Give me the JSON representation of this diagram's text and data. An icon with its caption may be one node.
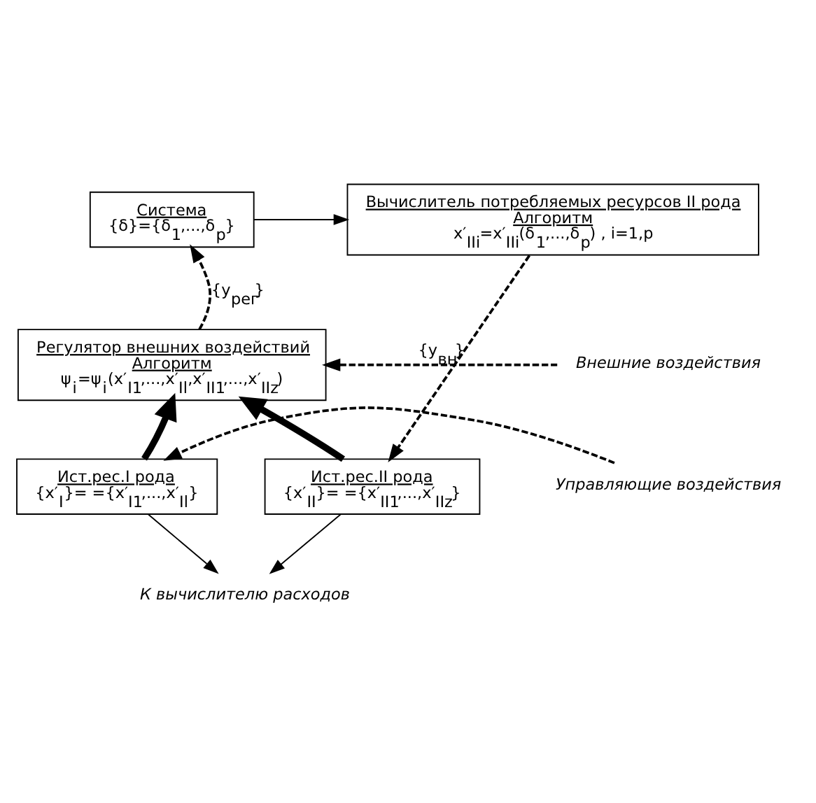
{
  "diagram": {
    "nodes": [
      {
        "text": [
          "Система",
          "{δ}={δ$_{1}$,...,δ$_{p}$}"
        ]
      },
      {
        "text": [
          "Вычислитель потребляемых ресурсов II рода",
          "Алгоритм",
          "x′$_{IIi}$=x′$_{IIi}$(δ$_{1}$,...,δ$_{p}$) , i=1,p"
        ]
      },
      {
        "text": [
          "Регулятор внешних воздействий",
          "Алгоритм",
          "ψ$_{i}$=ψ$_{i}$(x′$_{I1}$,...,x′$_{Il}$,x′$_{II1}$,...,x′$_{IIz}$)"
        ]
      },
      {
        "text": [
          "Ист.рес.I рода",
          "{x′$_{I}$}= ={x′$_{I1}$,...,x′$_{Il}$}"
        ]
      },
      {
        "text": [
          "Ист.рес.II рода",
          "{x′$_{II}$}= ={x′$_{II1}$,...,x′$_{IIz}$}"
        ]
      },
      {
        "text": [
          "Внешние воздействия"
        ]
      },
      {
        "text": [
          "Управляющие воздействия"
        ]
      },
      {
        "text": [
          "К вычислителю расходов"
        ]
      }
    ],
    "edges": [
      {
        "from": 0,
        "to": 1,
        "arrow": "to"
      },
      {
        "from": 2,
        "to": 0,
        "arrow": "to",
        "style": "dashed",
        "label": "{y$_{рег}$}"
      },
      {
        "from": 5,
        "to": 2,
        "arrow": "to",
        "style": "dashed",
        "label": "{y$_{вн}$}"
      },
      {
        "from": 3,
        "to": 2,
        "arrow": "to",
        "style": "thick"
      },
      {
        "from": 4,
        "to": 2,
        "arrow": "to",
        "style": "thick"
      },
      {
        "from": 6,
        "to": 3,
        "arrow": "to",
        "style": "dashed"
      },
      {
        "from": 1,
        "to": 4,
        "arrow": "to",
        "style": "dashed"
      },
      {
        "from": 3,
        "to": 7,
        "arrow": "to"
      },
      {
        "from": 4,
        "to": 7,
        "arrow": "to"
      }
    ]
  }
}
